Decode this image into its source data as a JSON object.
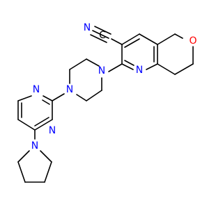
{
  "molecule": {
    "atom_labels": {
      "nitrile_carbon": "C",
      "nitrile_nitrogen": "N",
      "pyran_oxygen": "O",
      "pyridine_nitrogen": "N",
      "piperazine_n_top": "N",
      "piperazine_n_bottom": "N",
      "pyrimidine_n1": "N",
      "pyrimidine_n3": "N",
      "pyrrolidine_nitrogen": "N"
    },
    "colors": {
      "bond": "#000000",
      "carbon_label": "#000000",
      "nitrogen_label": "#0000ff",
      "oxygen_label": "#ff0000"
    }
  }
}
